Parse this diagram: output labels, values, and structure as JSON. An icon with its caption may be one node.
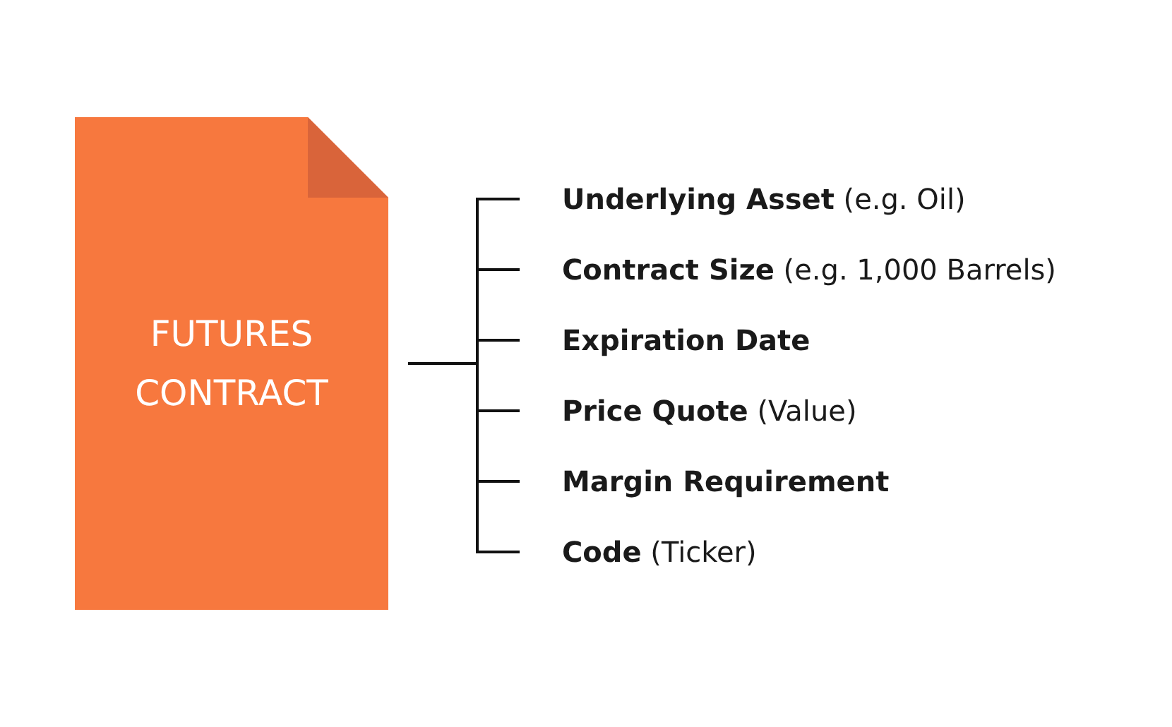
{
  "diagram": {
    "nodes": [
      {
        "text": [
          "FUTURES CONTRACT"
        ]
      },
      {
        "text": [
          "**Underlying Asset** (e.g. Oil)"
        ]
      },
      {
        "text": [
          "**Contract Size** (e.g. 1,000 Barrels)"
        ]
      },
      {
        "text": [
          "**Expiration Date**"
        ]
      },
      {
        "text": [
          "**Price Quote** (Value)"
        ]
      },
      {
        "text": [
          "**Margin Requirement**"
        ]
      },
      {
        "text": [
          "**Code** (Ticker)"
        ]
      }
    ],
    "edges": [
      {
        "from": 0,
        "to": 1,
        "arrow": "none"
      },
      {
        "from": 0,
        "to": 2,
        "arrow": "none"
      },
      {
        "from": 0,
        "to": 3,
        "arrow": "none"
      },
      {
        "from": 0,
        "to": 4,
        "arrow": "none"
      },
      {
        "from": 0,
        "to": 5,
        "arrow": "none"
      },
      {
        "from": 0,
        "to": 6,
        "arrow": "none"
      }
    ]
  }
}
